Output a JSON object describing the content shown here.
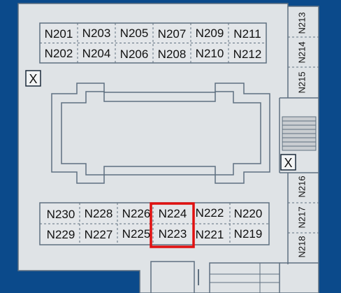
{
  "colors": {
    "background": "#0b4a8b",
    "floor": "#dfe3e6",
    "room_fill": "#e3e6e9",
    "wall": "#5f7080",
    "label": "#111111",
    "highlight": "#e01010"
  },
  "rooms": {
    "top_upper": [
      "N201",
      "N203",
      "N205",
      "N207",
      "N209",
      "N211"
    ],
    "top_lower": [
      "N202",
      "N204",
      "N206",
      "N208",
      "N210",
      "N212"
    ],
    "bottom_upper": [
      "N230",
      "N228",
      "N226",
      "N224",
      "N222",
      "N220"
    ],
    "bottom_lower": [
      "N229",
      "N227",
      "N225",
      "N223",
      "N221",
      "N219"
    ],
    "right_upper": [
      "N213",
      "N214",
      "N215"
    ],
    "right_lower": [
      "N216",
      "N217",
      "N218"
    ]
  },
  "markers": [
    "X",
    "X"
  ],
  "highlighted_room": "N223"
}
